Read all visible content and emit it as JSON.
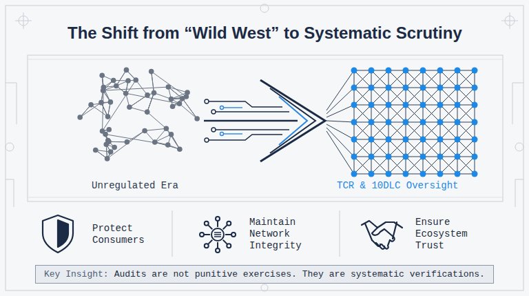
{
  "diagram": {
    "title": "The Shift from “Wild West” to Systematic Scrutiny",
    "nodes": [
      {
        "text": [
          "Key Insight:",
          "Audits are not punitive exercises. They are systematic verifications."
        ]
      }
    ],
    "labels": [
      "Unregulated Era",
      "TCR & 10DLC Oversight",
      "Protect Consumers",
      "Maintain Network Integrity",
      "Ensure Ecosystem Trust"
    ]
  }
}
